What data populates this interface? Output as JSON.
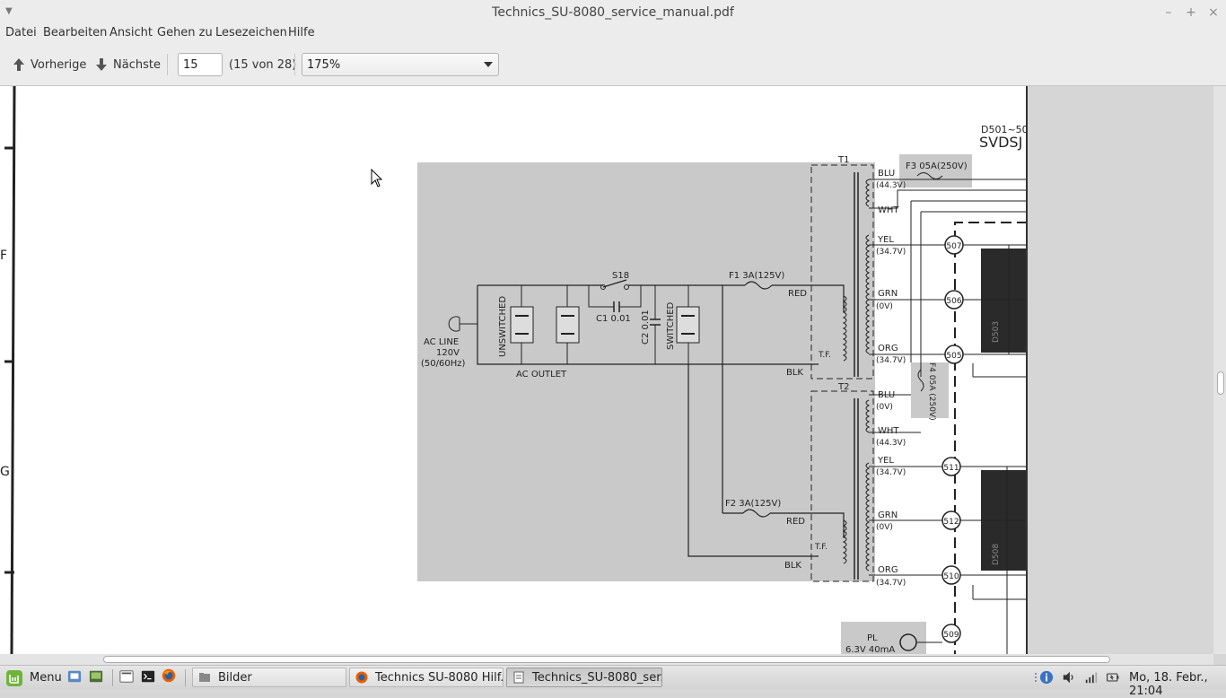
{
  "window": {
    "title": "Technics_SU-8080_service_manual.pdf"
  },
  "menubar": {
    "items": [
      "Datei",
      "Bearbeiten",
      "Ansicht",
      "Gehen zu",
      "Lesezeichen",
      "Hilfe"
    ]
  },
  "toolbar": {
    "prev_label": "Vorherige",
    "next_label": "Nächste",
    "page_value": "15",
    "page_count": "(15 von 28)",
    "zoom_value": "175%"
  },
  "schematic": {
    "header_line1": "D501~50",
    "header_line2": "SVDSJ",
    "t1": "T1",
    "t2": "T2",
    "f3": "F3 05A(250V)",
    "f1": "F1  3A(125V)",
    "f2": "F2  3A(125V)",
    "f4": "F4 05A (250V)",
    "s18": "S18",
    "c1": "C1 0.01",
    "c2": "C2 0.01",
    "unswitched": "UNSWITCHED",
    "switched": "SWITCHED",
    "ac_outlet": "AC  OUTLET",
    "ac_line_1": "AC LINE",
    "ac_line_2": "120V",
    "ac_line_3": "(50/60Hz)",
    "red": "RED",
    "blk": "BLK",
    "tf": "T.F.",
    "pl_1": "PL",
    "pl_2": "6.3V  40mA",
    "t1_taps": [
      {
        "name": "BLU",
        "volt": "(44.3V)"
      },
      {
        "name": "WHT",
        "volt": ""
      },
      {
        "name": "YEL",
        "volt": "(34.7V)"
      },
      {
        "name": "GRN",
        "volt": "(0V)"
      },
      {
        "name": "ORG",
        "volt": "(34.7V)"
      }
    ],
    "t2_taps": [
      {
        "name": "BLU",
        "volt": "(0V)"
      },
      {
        "name": "WHT",
        "volt": "(44.3V)"
      },
      {
        "name": "YEL",
        "volt": "(34.7V)"
      },
      {
        "name": "GRN",
        "volt": "(0V)"
      },
      {
        "name": "ORG",
        "volt": "(34.7V)"
      }
    ],
    "nodes": [
      "507",
      "506",
      "505",
      "511",
      "512",
      "510",
      "509"
    ],
    "diodes": [
      "D503",
      "D508"
    ]
  },
  "taskbar": {
    "menu_label": "Menu",
    "windows": [
      {
        "label": "Bilder",
        "active": false
      },
      {
        "label": "Technics SU-8080 Hilf...",
        "active": false
      },
      {
        "label": "Technics_SU-8080_ser...",
        "active": true
      }
    ],
    "clock": "Mo, 18. Febr., 21:04"
  },
  "colors": {
    "chrome": "#ececec",
    "doc_background": "#d6d6d6",
    "schematic_shade": "#c9c9c9",
    "mint_green": "#6fb33c"
  }
}
